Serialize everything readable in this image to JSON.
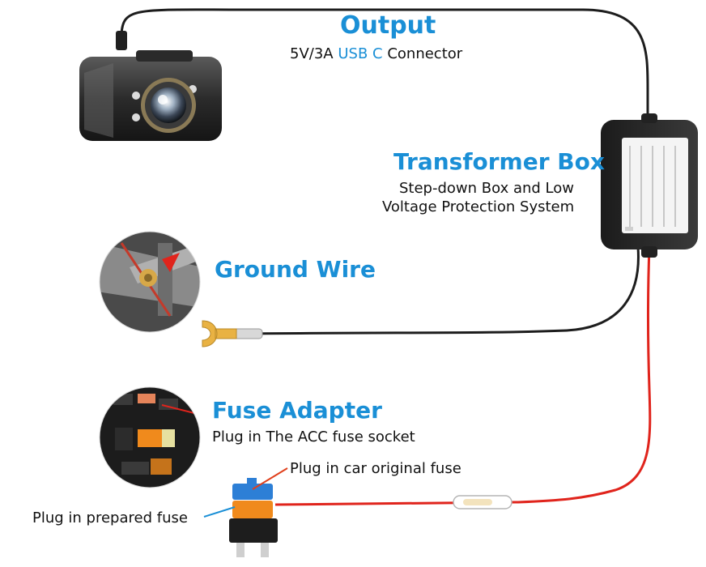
{
  "colors": {
    "heading": "#1a8fd6",
    "wire_black": "#1d1d1d",
    "wire_red": "#e0241c",
    "fuse_blue": "#2d7fd6",
    "fuse_orange": "#f08a1c",
    "terminal_brass": "#e9b243",
    "body_text": "#111111"
  },
  "output": {
    "title": "Output",
    "spec_prefix": "5V/3A",
    "spec_highlight": "USB C",
    "spec_suffix": "Connector"
  },
  "transformer": {
    "title": "Transformer Box",
    "line1": "Step-down Box and Low",
    "line2": "Voltage Protection System"
  },
  "ground": {
    "title": "Ground Wire"
  },
  "fuse": {
    "title": "Fuse Adapter",
    "subtitle": "Plug in The ACC fuse socket",
    "callout_original": "Plug in car original fuse",
    "callout_prepared": "Plug in prepared fuse"
  }
}
